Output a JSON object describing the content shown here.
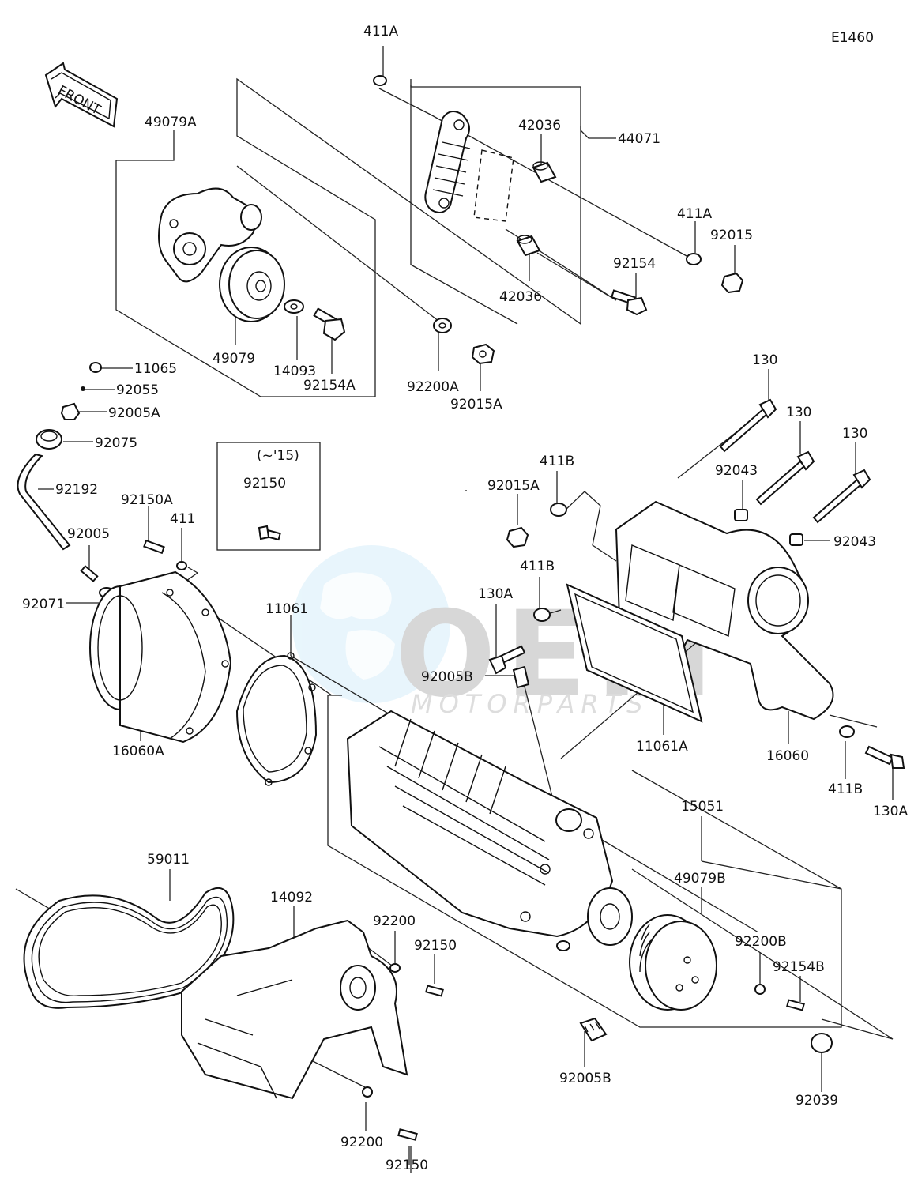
{
  "diagram_code": "E1460",
  "front_arrow": "FRONT",
  "year_note": "(~'15)",
  "watermark": {
    "logo": "OEM",
    "sub": "MOTORPARTS"
  },
  "labels": {
    "p411A_top": "411A",
    "p49079A": "49079A",
    "p42036_top": "42036",
    "p44071": "44071",
    "p411A_right": "411A",
    "p92015": "92015",
    "p92154": "92154",
    "p42036_bot": "42036",
    "p49079": "49079",
    "p14093": "14093",
    "p92154A": "92154A",
    "p92200A": "92200A",
    "p92015A_top": "92015A",
    "p11065": "11065",
    "p92055": "92055",
    "p92005A": "92005A",
    "p92075": "92075",
    "p92192": "92192",
    "p92150_box": "92150",
    "p92150A": "92150A",
    "p411": "411",
    "p92005": "92005",
    "p92071": "92071",
    "p16060A": "16060A",
    "p11061": "11061",
    "p130_a": "130",
    "p130_b": "130",
    "p130_c": "130",
    "p92043_a": "92043",
    "p92043_b": "92043",
    "p411B_a": "411B",
    "p92015A_mid": "92015A",
    "p411B_b": "411B",
    "p130A_a": "130A",
    "p92005B_a": "92005B",
    "p11061A": "11061A",
    "p16060": "16060",
    "p411B_c": "411B",
    "p130A_b": "130A",
    "p15051": "15051",
    "p49079B": "49079B",
    "p92200B": "92200B",
    "p92154B": "92154B",
    "p59011": "59011",
    "p14092": "14092",
    "p92200_a": "92200",
    "p92150_a": "92150",
    "p92005B_b": "92005B",
    "p92039": "92039",
    "p92200_b": "92200",
    "p92150_b": "92150"
  }
}
